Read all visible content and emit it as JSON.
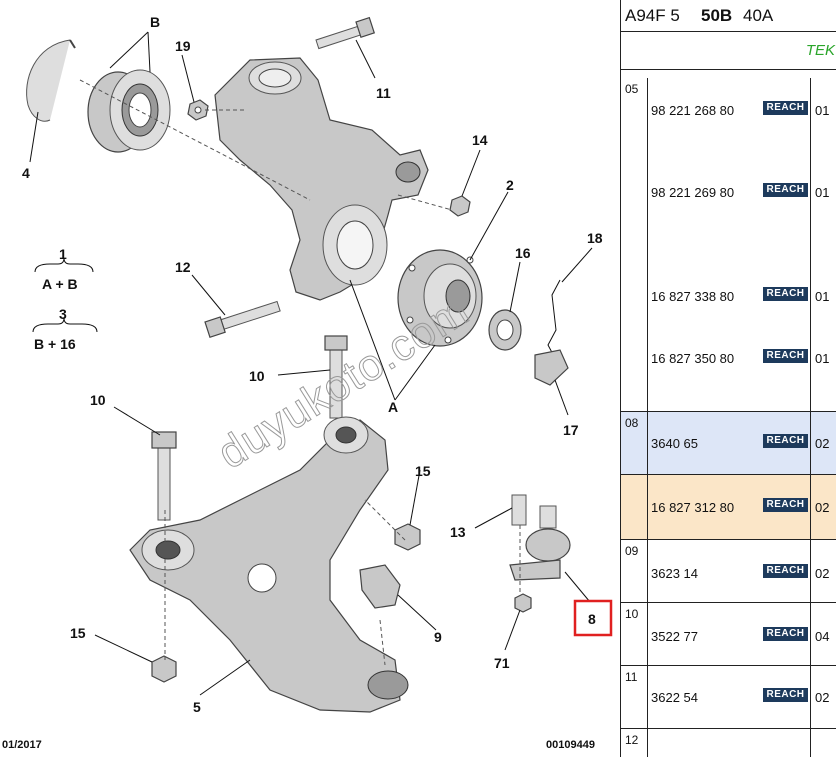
{
  "diagram": {
    "callouts": {
      "b": "B",
      "n19": "19",
      "n11": "11",
      "n4": "4",
      "n14": "14",
      "n2": "2",
      "n16": "16",
      "n18": "18",
      "n12": "12",
      "n10a": "10",
      "n10b": "10",
      "n17": "17",
      "a": "A",
      "n15a": "15",
      "n13": "13",
      "n15b": "15",
      "n9": "9",
      "n71": "71",
      "n5": "5",
      "n8": "8"
    },
    "legend": {
      "item1_num": "1",
      "item1_def": "A + B",
      "item3_num": "3",
      "item3_def": "B + 16"
    },
    "footer_left": "01/2017",
    "footer_right": "00109449",
    "watermark": "duyukoto.com",
    "highlight_color": "#e02020"
  },
  "panel": {
    "header": {
      "part1": "A94F 5",
      "part2": "50B",
      "part3": "40A"
    },
    "subheader": "TEK",
    "badge_label": "REACH",
    "badge_color": "#1d3a5c",
    "rows": [
      {
        "group": "05",
        "entries": [
          {
            "part": "98 221 268 80",
            "qty": "01"
          },
          {
            "part": "98 221 269 80",
            "qty": "01"
          },
          {
            "part": "16 827 338 80",
            "qty": "01"
          },
          {
            "part": "16 827 350 80",
            "qty": "01"
          }
        ]
      },
      {
        "group": "08",
        "entries": [
          {
            "part": "3640 65",
            "qty": "02"
          }
        ],
        "color": "#dde6f7"
      },
      {
        "group": "",
        "entries": [
          {
            "part": "16 827 312 80",
            "qty": "02"
          }
        ],
        "color": "#fbe6c8"
      },
      {
        "group": "09",
        "entries": [
          {
            "part": "3623 14",
            "qty": "02"
          }
        ]
      },
      {
        "group": "10",
        "entries": [
          {
            "part": "3522 77",
            "qty": "04"
          }
        ]
      },
      {
        "group": "11",
        "entries": [
          {
            "part": "3622 54",
            "qty": "02"
          }
        ]
      },
      {
        "group": "12",
        "entries": []
      }
    ]
  }
}
